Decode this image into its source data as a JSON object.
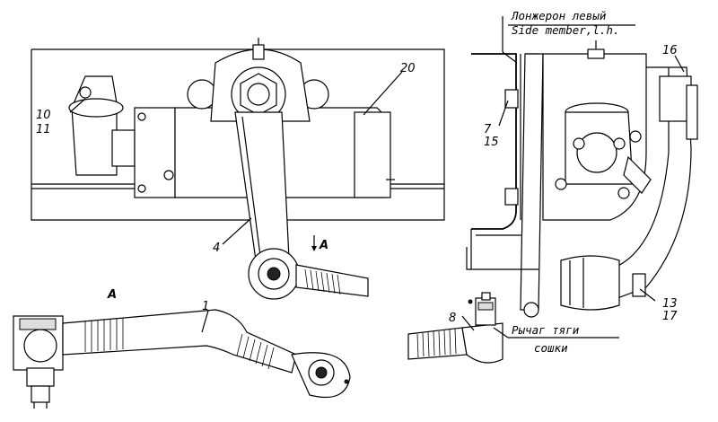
{
  "callouts": {
    "c10": "10",
    "c11": "11",
    "c20": "20",
    "c4": "4",
    "c1": "1",
    "c7": "7",
    "c15": "15",
    "c16": "16",
    "c13": "13",
    "c17": "17",
    "c8": "8"
  },
  "view_marks": {
    "arrow_a": "A",
    "view_a": "A"
  },
  "texts": {
    "side_member_ru": "Лонжерон левый",
    "side_member_en": "Side member,l.h.",
    "pitman_link_ru_line1": "Рычаг тяги",
    "pitman_link_ru_line2": "сошки"
  }
}
